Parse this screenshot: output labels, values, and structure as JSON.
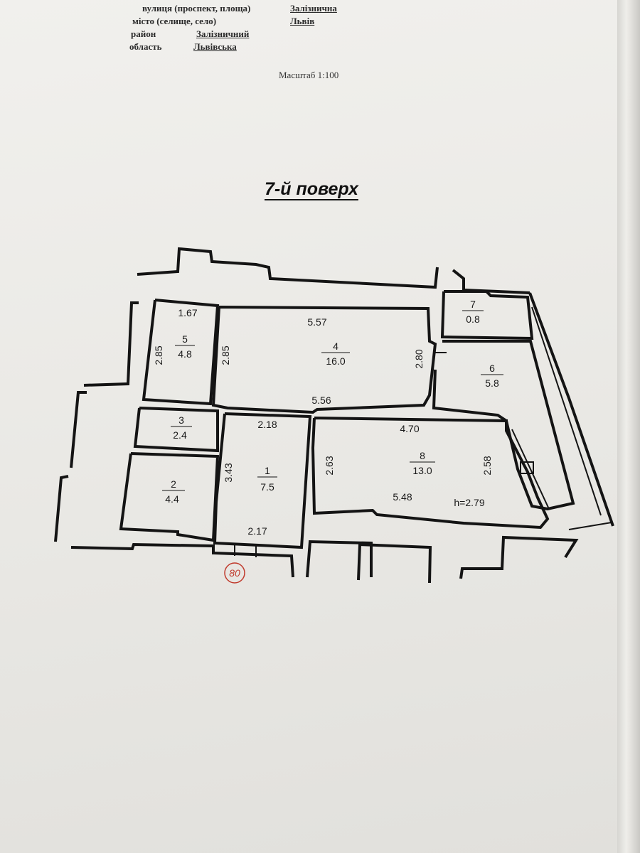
{
  "address": {
    "street_label": "вулиця (проспект, площа)",
    "street_value": "Залізнична",
    "city_label": "місто (селище, село)",
    "city_value": "Львів",
    "district_label": "район",
    "district_value": "Залізничний",
    "region_label": "область",
    "region_value": "Львівська"
  },
  "scale_text": "Масштаб 1:100",
  "floor_title": "7-й поверх",
  "rooms": [
    {
      "number": "1",
      "area": "7.5"
    },
    {
      "number": "2",
      "area": "4.4"
    },
    {
      "number": "3",
      "area": "2.4"
    },
    {
      "number": "4",
      "area": "16.0"
    },
    {
      "number": "5",
      "area": "4.8"
    },
    {
      "number": "6",
      "area": "5.8"
    },
    {
      "number": "7",
      "area": "0.8"
    },
    {
      "number": "8",
      "area": "13.0"
    }
  ],
  "dimensions": {
    "room5_width": "1.67",
    "room5_left": "2.85",
    "room4_left": "2.85",
    "room4_top": "5.57",
    "room4_right": "2.80",
    "room4_bottom": "5.56",
    "room1_top": "2.18",
    "room1_side": "3.43",
    "room1_bottom": "2.17",
    "room8_top": "4.70",
    "room8_left": "2.63",
    "room8_right": "2.58",
    "room8_bottom": "5.48"
  },
  "ceiling_height": "h=2.79",
  "stamp_number": "80"
}
